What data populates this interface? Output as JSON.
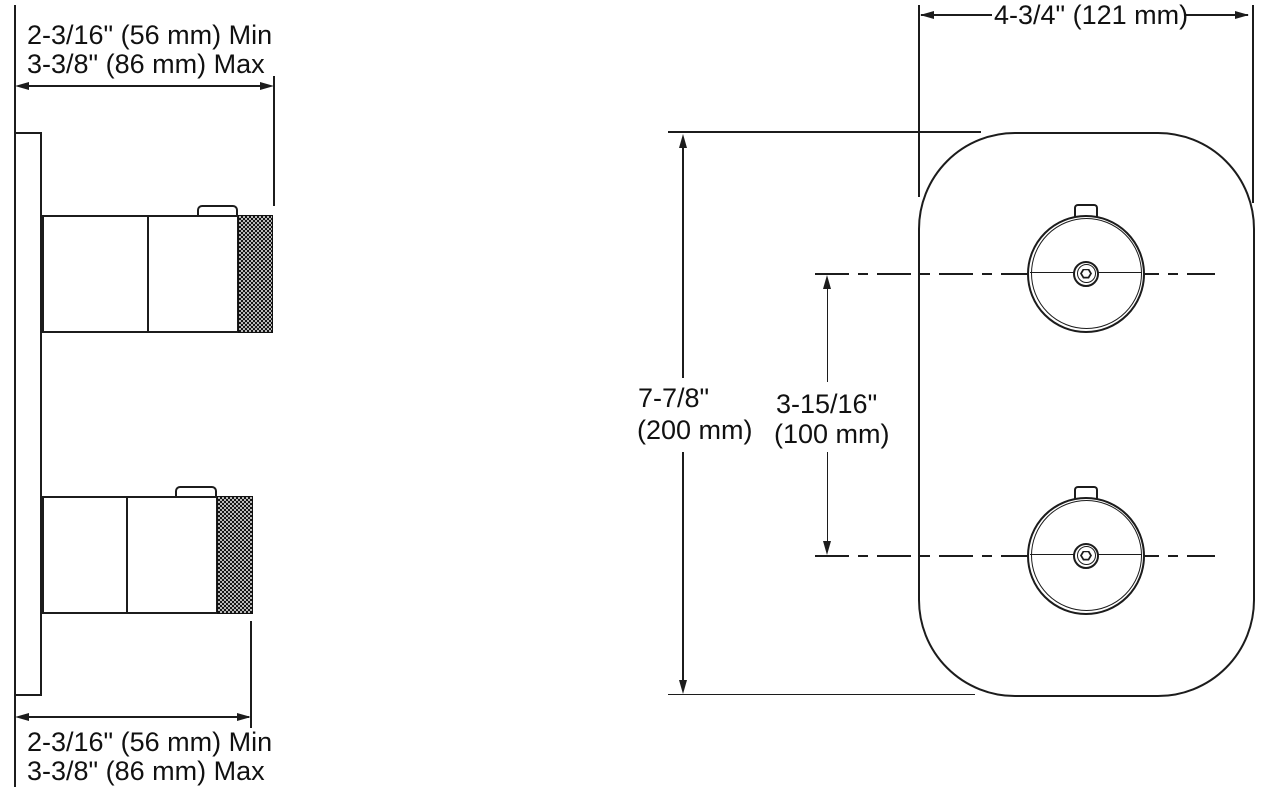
{
  "colors": {
    "line": "#1c1c1c",
    "background": "#ffffff",
    "knurl_fill": "#141414"
  },
  "icons": {
    "hex_socket_icon": "hexagon-set-screw",
    "knurl_texture": "stippled-grip"
  },
  "side_view": {
    "top_dimension": {
      "line1": "2-3/16\" (56 mm) Min",
      "line2": "3-3/8\" (86 mm) Max"
    },
    "bottom_dimension": {
      "line1": "2-3/16\" (56 mm) Min",
      "line2": "3-3/8\" (86 mm) Max"
    }
  },
  "front_view": {
    "width_dimension": {
      "label": "4-3/4\" (121 mm)"
    },
    "height_dimension": {
      "line1": "7-7/8\"",
      "line2": "(200 mm)"
    },
    "center_spacing_dimension": {
      "line1": "3-15/16\"",
      "line2": "(100 mm)"
    }
  }
}
